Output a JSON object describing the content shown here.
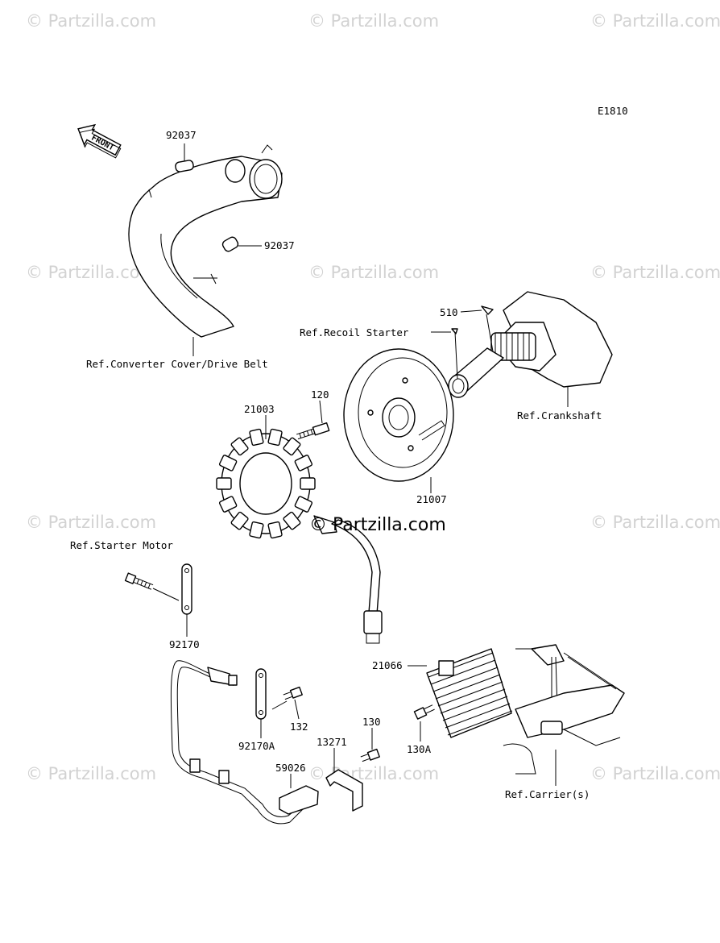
{
  "diagram_code": "E1810",
  "front_label": "FRONT",
  "watermark": "© Partzilla.com",
  "center_watermark": "© Partzilla.com",
  "parts": {
    "p92037_top": "92037",
    "p92037_mid": "92037",
    "ref_converter": "Ref.Converter Cover/Drive Belt",
    "p510": "510",
    "ref_recoil": "Ref.Recoil Starter",
    "ref_crankshaft": "Ref.Crankshaft",
    "p21003": "21003",
    "p120": "120",
    "p21007": "21007",
    "ref_starter_motor": "Ref.Starter Motor",
    "p92170": "92170",
    "p21066": "21066",
    "p132": "132",
    "p92170A": "92170A",
    "p130": "130",
    "p13271": "13271",
    "p130A": "130A",
    "p59026": "59026",
    "ref_carrier": "Ref.Carrier(s)"
  }
}
